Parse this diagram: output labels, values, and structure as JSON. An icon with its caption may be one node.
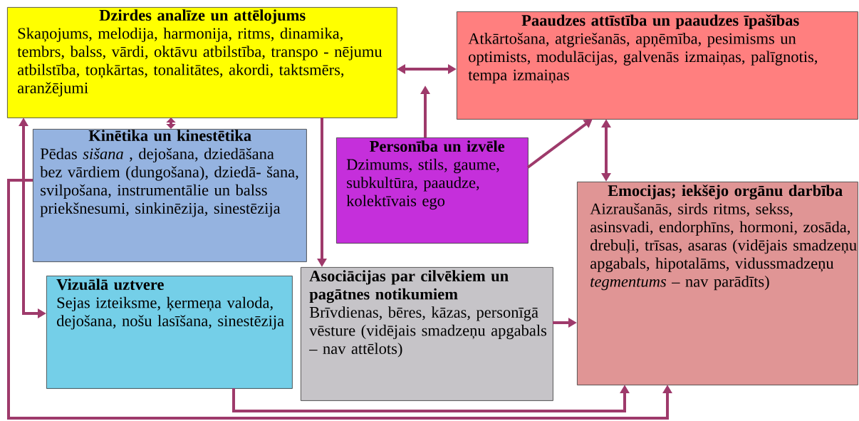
{
  "diagram": {
    "nodes": [
      {
        "text": [
          "Dzirdes analīze un attēlojums",
          "Skaņojums, melodija, harmonija, ritms, dinamika, tembrs, balss, vārdi, oktāvu atbilstība, transpo - nējumu atbilstība, toņkārtas, tonalitātes, akordi, taktsmērs, aranžējumi"
        ]
      },
      {
        "text": [
          "Paaudzes attīstība un paaudzes īpašības",
          "Atkārtošana, atgriešanās, apņēmība, pesimisms un optimists, modulācijas, galvenās izmaiņas, palīgnotis, tempa izmaiņas"
        ]
      },
      {
        "text": [
          "Kinētika un kinestētika",
          "Pēdas *sišana* , dejošana, dziedāšana bez vārdiem (dungošana), dziedā- šana, svilpošana, instrumentālie un balss priekšnesumi, sinkinēzija, sinestēzija"
        ]
      },
      {
        "text": [
          "Personība un izvēle",
          "Dzimums, stils, gaume, subkultūra, paaudze, kolektīvais ego"
        ]
      },
      {
        "text": [
          "Emocijas; iekšējo orgānu darbība",
          "Aizraušanās, sirds ritms, sekss, asinsvadi, endorphīns, hormoni, zosāda, drebuļi, trīsas, asaras (vidējais smadzeņu apgabals, hipotalāms, vidussmadzeņu *tegmentums* – nav parādīts)"
        ]
      },
      {
        "text": [
          "Vizuālā uztvere",
          "Sejas izteiksme, ķermeņa valoda, dejošana, nošu lasīšana, sinestēzija"
        ]
      },
      {
        "text": [
          "Asociācijas par cilvēkiem un pagātnes notikumiem",
          "Brīvdienas, bēres, kāzas, personīgā vēsture (vidējais smadzeņu apgabals – nav attēlots)"
        ]
      }
    ],
    "edges": [
      {
        "from": 0,
        "to": 1,
        "arrow": "both"
      },
      {
        "from": 0,
        "to": 2,
        "arrow": "both"
      },
      {
        "from": 0,
        "to": 5,
        "arrow": "both"
      },
      {
        "from": 0,
        "to": 6,
        "arrow": "to"
      },
      {
        "from": 3,
        "to": null,
        "arrow": "to"
      },
      {
        "from": 3,
        "to": 1,
        "arrow": "to"
      },
      {
        "from": 1,
        "to": 4,
        "arrow": "both"
      },
      {
        "from": 6,
        "to": 4,
        "arrow": "to"
      },
      {
        "from": 2,
        "to": 4,
        "arrow": "to"
      },
      {
        "from": 5,
        "to": 4,
        "arrow": "to"
      }
    ]
  }
}
